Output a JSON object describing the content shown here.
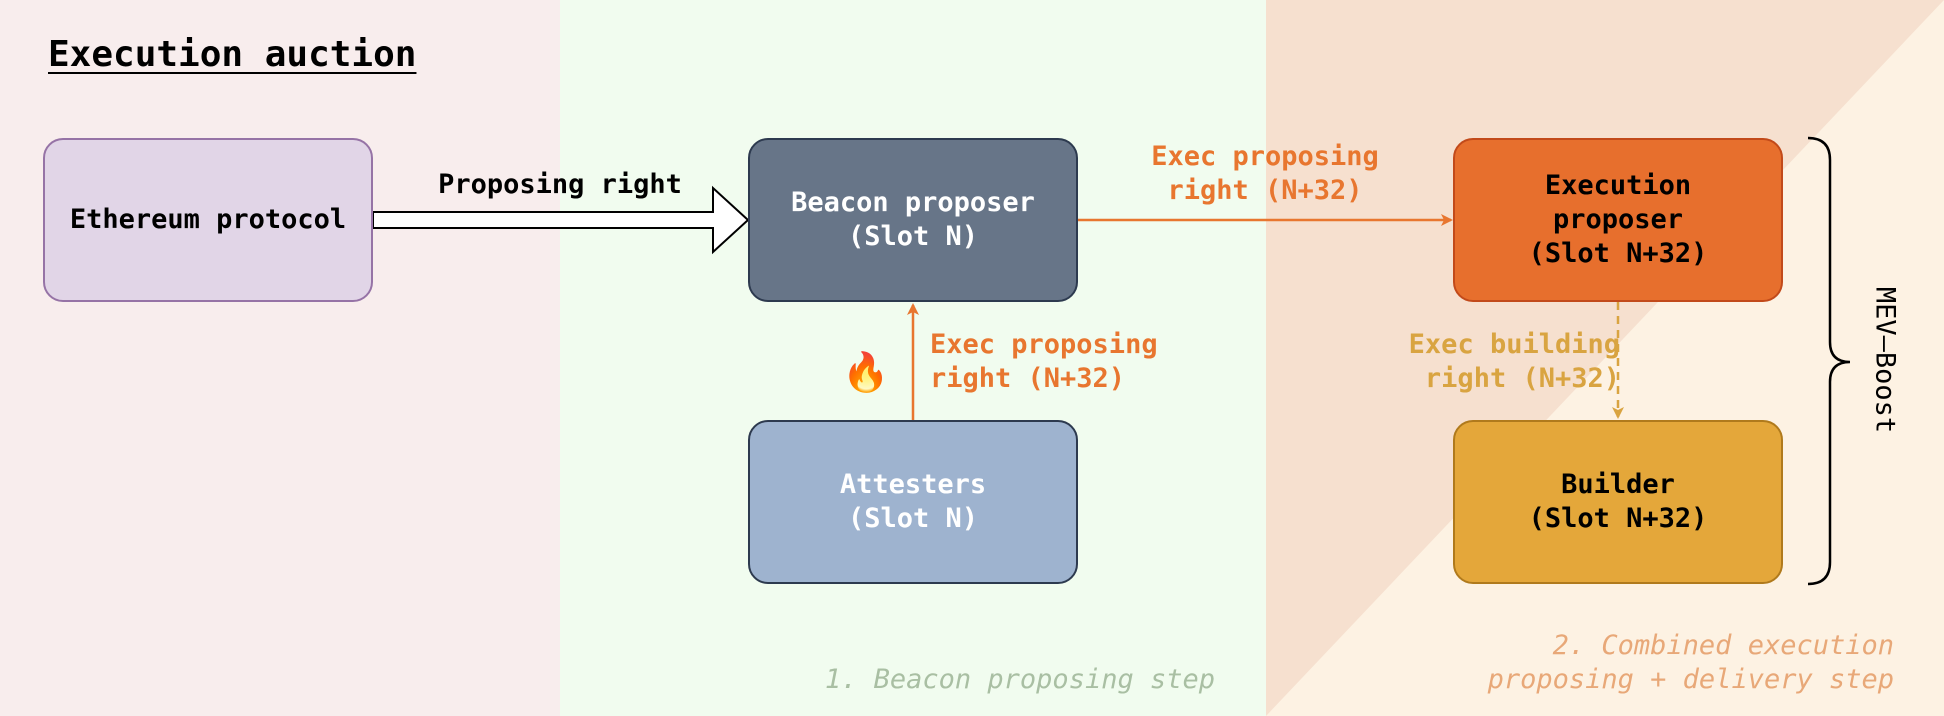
{
  "title": "Execution auction",
  "boxes": {
    "ethereum": "Ethereum protocol",
    "beacon": "Beacon proposer\n(Slot N)",
    "attesters": "Attesters\n(Slot N)",
    "execution": "Execution\nproposer\n(Slot N+32)",
    "builder": "Builder\n(Slot N+32)"
  },
  "edge_labels": {
    "proposing_right": "Proposing right",
    "exec_proposing_top": "Exec proposing\nright (N+32)",
    "exec_proposing_mid": "Exec proposing\nright (N+32)",
    "exec_building": "Exec building\nright (N+32)"
  },
  "flame_icon": "🔥",
  "steps": {
    "step1": "1. Beacon proposing step",
    "step2": "2. Combined execution\nproposing + delivery step"
  },
  "brace_label": "MEV–Boost",
  "colors": {
    "orange": "#e8762f",
    "gold": "#d9a441"
  }
}
